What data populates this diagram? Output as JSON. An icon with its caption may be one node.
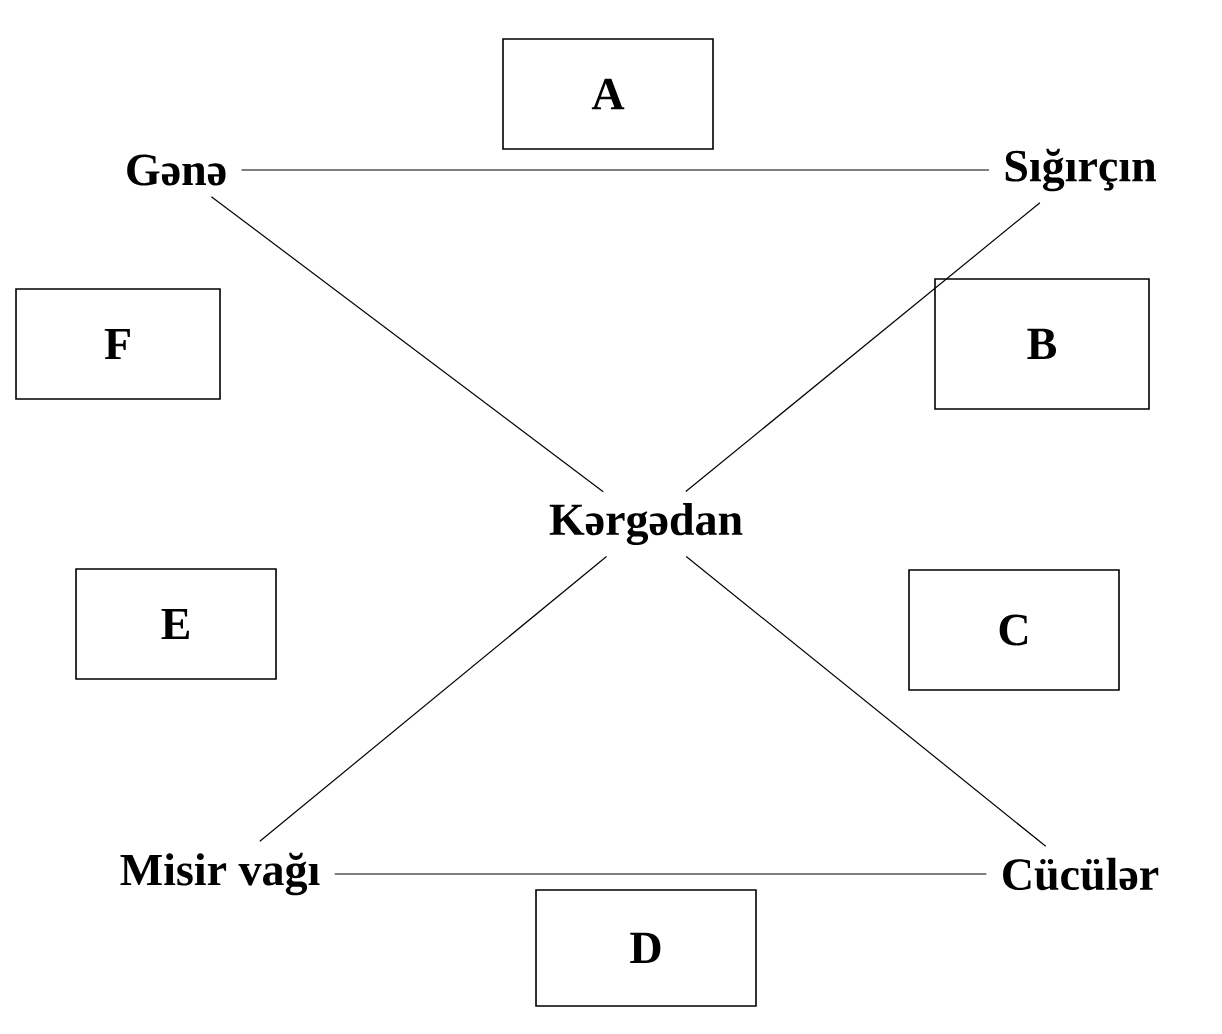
{
  "diagram": {
    "nodes": [
      {
        "text": [
          "A"
        ]
      },
      {
        "text": [
          "Gənə"
        ]
      },
      {
        "text": [
          "Sığırçın"
        ]
      },
      {
        "text": [
          "F"
        ]
      },
      {
        "text": [
          "B"
        ]
      },
      {
        "text": [
          "Kərgədan"
        ]
      },
      {
        "text": [
          "E"
        ]
      },
      {
        "text": [
          "C"
        ]
      },
      {
        "text": [
          "Misir vağı"
        ]
      },
      {
        "text": [
          "Cücülər"
        ]
      },
      {
        "text": [
          "D"
        ]
      }
    ],
    "edges": [
      {
        "from": 1,
        "to": 2,
        "arrow": "none"
      },
      {
        "from": 1,
        "to": 5,
        "arrow": "none"
      },
      {
        "from": 2,
        "to": 5,
        "arrow": "none"
      },
      {
        "from": 5,
        "to": 8,
        "arrow": "none"
      },
      {
        "from": 5,
        "to": 9,
        "arrow": "none"
      },
      {
        "from": 8,
        "to": 9,
        "arrow": "none"
      }
    ]
  }
}
